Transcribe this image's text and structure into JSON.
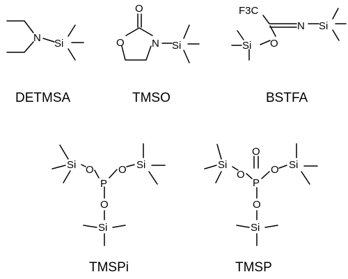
{
  "molecules": [
    {
      "name": "DETMSA",
      "atoms": [
        "N",
        "Si"
      ]
    },
    {
      "name": "TMSO",
      "atoms": [
        "O",
        "O",
        "N",
        "Si"
      ]
    },
    {
      "name": "BSTFA",
      "atoms": [
        "F3C",
        "N",
        "Si",
        "Si",
        "O"
      ]
    },
    {
      "name": "TMSPi",
      "atoms": [
        "Si",
        "O",
        "P",
        "O",
        "Si",
        "O",
        "Si"
      ]
    },
    {
      "name": "TMSP",
      "atoms": [
        "Si",
        "O",
        "P",
        "O",
        "O",
        "Si",
        "O",
        "Si"
      ]
    }
  ]
}
